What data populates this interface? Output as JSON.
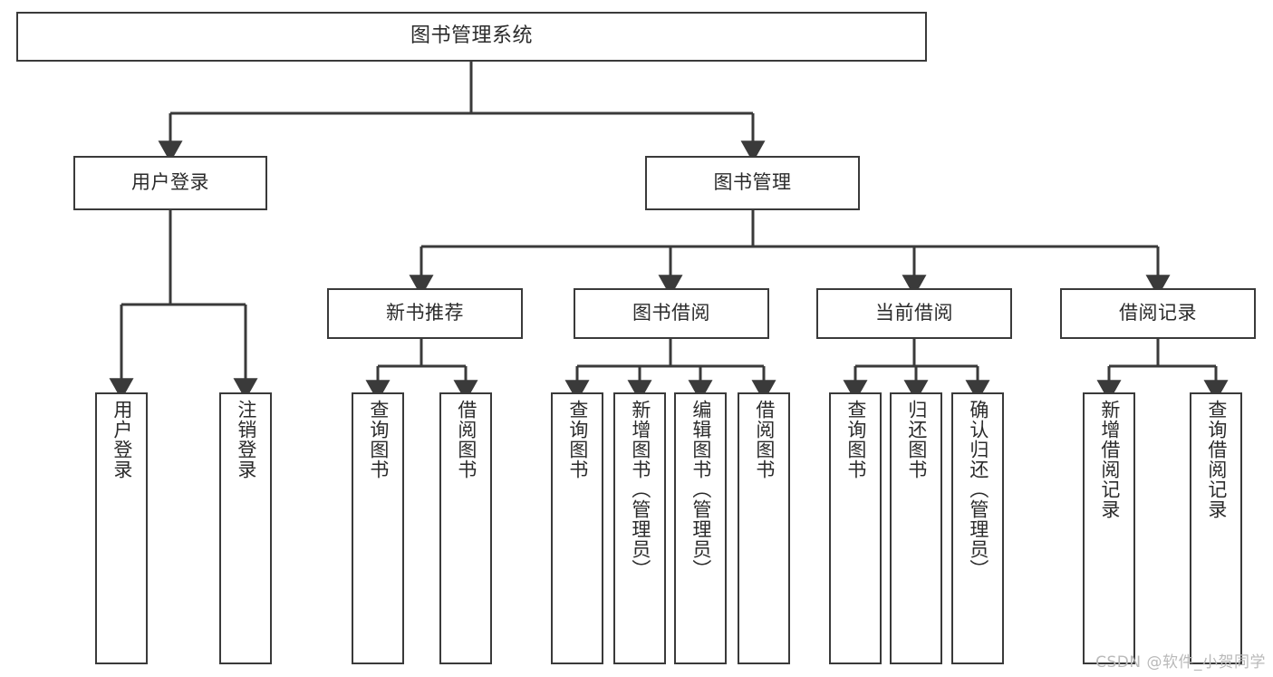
{
  "diagram": {
    "title": "图书管理系统",
    "type": "tree-hierarchy-chart",
    "root": {
      "label": "图书管理系统"
    },
    "level2": [
      {
        "label": "用户登录"
      },
      {
        "label": "图书管理"
      }
    ],
    "level3": [
      {
        "label": "新书推荐"
      },
      {
        "label": "图书借阅"
      },
      {
        "label": "当前借阅"
      },
      {
        "label": "借阅记录"
      }
    ],
    "leaves": {
      "user_login": [
        {
          "label": "用户登录"
        },
        {
          "label": "注销登录"
        }
      ],
      "new_book_recommend": [
        {
          "label": "查询图书"
        },
        {
          "label": "借阅图书"
        }
      ],
      "book_borrow": [
        {
          "label": "查询图书"
        },
        {
          "label": "新增图书（管理员）"
        },
        {
          "label": "编辑图书（管理员）"
        },
        {
          "label": "借阅图书"
        }
      ],
      "current_borrow": [
        {
          "label": "查询图书"
        },
        {
          "label": "归还图书"
        },
        {
          "label": "确认归还（管理员）"
        }
      ],
      "borrow_record": [
        {
          "label": "新增借阅记录"
        },
        {
          "label": "查询借阅记录"
        }
      ]
    }
  },
  "watermark": {
    "text": "CSDN @软件_小贺同学"
  },
  "colors": {
    "stroke": "#3a3a3a",
    "text": "#2b2b2b",
    "background": "#ffffff",
    "watermark": "#b9b9b9"
  }
}
